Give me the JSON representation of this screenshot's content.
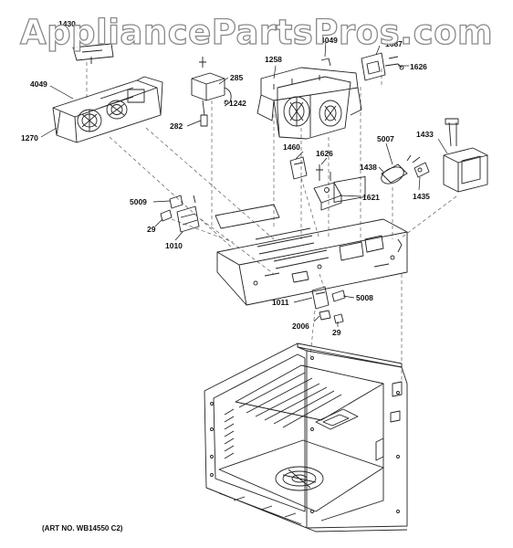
{
  "watermark": "AppliancePartsPros.com",
  "art_no": "(ART NO. WB14550 C2)",
  "parts": [
    {
      "id": "1430",
      "label": "1430"
    },
    {
      "id": "4049a",
      "label": "4049"
    },
    {
      "id": "1270",
      "label": "1270"
    },
    {
      "id": "285",
      "label": "285"
    },
    {
      "id": "1242",
      "label": "1242"
    },
    {
      "id": "282",
      "label": "282"
    },
    {
      "id": "1258",
      "label": "1258"
    },
    {
      "id": "4049b",
      "label": "4049"
    },
    {
      "id": "1687",
      "label": "1687"
    },
    {
      "id": "1626a",
      "label": "1626"
    },
    {
      "id": "1460",
      "label": "1460"
    },
    {
      "id": "1626b",
      "label": "1626"
    },
    {
      "id": "5007",
      "label": "5007"
    },
    {
      "id": "1433",
      "label": "1433"
    },
    {
      "id": "1438",
      "label": "1438"
    },
    {
      "id": "1621",
      "label": "1621"
    },
    {
      "id": "1435",
      "label": "1435"
    },
    {
      "id": "5009",
      "label": "5009"
    },
    {
      "id": "29a",
      "label": "29"
    },
    {
      "id": "1010",
      "label": "1010"
    },
    {
      "id": "1011",
      "label": "1011"
    },
    {
      "id": "5008",
      "label": "5008"
    },
    {
      "id": "2006",
      "label": "2006"
    },
    {
      "id": "29b",
      "label": "29"
    }
  ]
}
